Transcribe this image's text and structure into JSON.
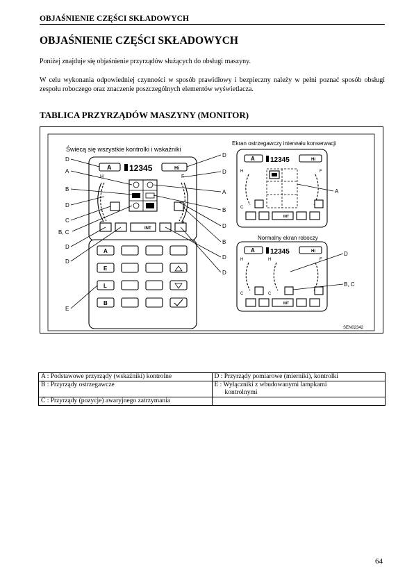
{
  "header": {
    "running_title": "OBJAŚNIENIE CZĘŚCI SKŁADOWYCH"
  },
  "main": {
    "title": "OBJAŚNIENIE CZĘŚCI SKŁADOWYCH",
    "intro": "Poniżej znajduje się objaśnienie przyrządów służących do obsługi maszyny.",
    "paragraph": "W celu wykonania odpowiedniej czynności w sposób prawidłowy i bezpieczny należy w pełni poznać sposób obsługi zespołu roboczego oraz znaczenie poszczególnych elementów wyświetlacza.",
    "section_title": "TABLICA PRZYRZĄDÓW MASZYNY (MONITOR)"
  },
  "figure": {
    "caption_all_on": "Świecą się wszystkie kontrolki i wskaźniki",
    "caption_maintenance": "Ekran ostrzegawczy interwału konserwacji",
    "caption_normal": "Normalny ekran roboczy",
    "figure_code": "SEN02342",
    "mode_letter": "A",
    "hour_meter": "12345",
    "hi_label": "Hi",
    "h_label": "H",
    "c_label": "C",
    "f_label": "F",
    "e_label": "E",
    "int_label": "INT",
    "callouts": {
      "a": "A",
      "b": "B",
      "c": "C",
      "d": "D",
      "e": "E",
      "bc": "B, C"
    },
    "keypad_labels": [
      "A",
      "E",
      "L",
      "B"
    ]
  },
  "legend": {
    "rows": [
      [
        "A : Podstawowe przyrządy (wskaźniki) kontrolne",
        "D : Przyrządy pomiarowe (mierniki), kontrolki"
      ],
      [
        "B : Przyrządy ostrzegawcze",
        "E : Wyłączniki z wbudowanymi lampkami"
      ],
      [
        "C : Przyrządy (pozycje) awaryjnego zatrzymania",
        ""
      ]
    ],
    "continuation": "kontrolnymi"
  },
  "footer": {
    "page_number": "64"
  }
}
